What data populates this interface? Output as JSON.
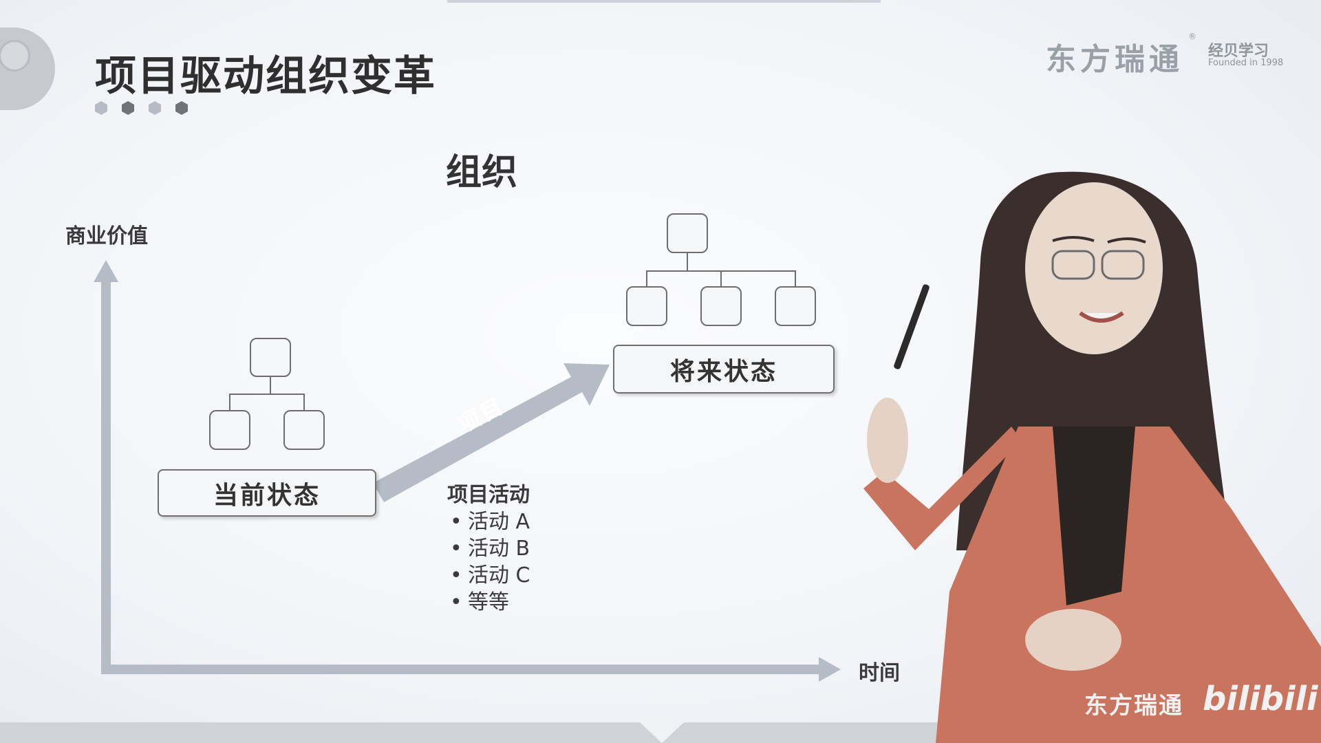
{
  "slide": {
    "title": "项目驱动组织变革",
    "brand": {
      "name": "东方瑞通",
      "registered": "®",
      "sub": "经贝学习",
      "founded": "Founded in 1998"
    }
  },
  "diagram": {
    "title": "组织",
    "y_axis_label": "商业价值",
    "x_axis_label": "时间",
    "current_state": "当前状态",
    "future_state": "将来状态",
    "arrow_label": "项目",
    "activities_heading": "项目活动",
    "activities": [
      "活动 A",
      "活动 B",
      "活动 C",
      "等等"
    ]
  },
  "watermark": {
    "text": "东方瑞通",
    "logo": "bilibili"
  },
  "colors": {
    "background": "#f2f4f8",
    "arrow": "#b6bcc5",
    "box_border": "#707070",
    "jacket": "#c9745f"
  }
}
